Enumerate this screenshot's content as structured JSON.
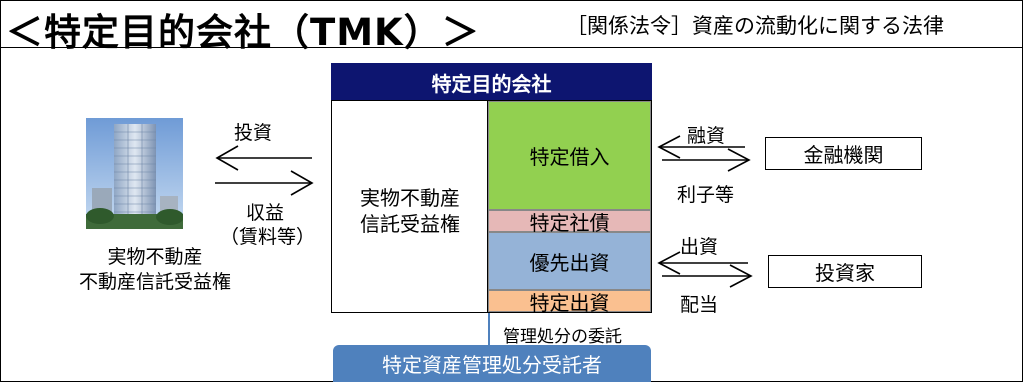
{
  "header": {
    "title": "＜特定目的会社（TMK）＞",
    "law": "［関係法令］資産の流動化に関する法律"
  },
  "left": {
    "invest_label": "投資",
    "income_label": "収益",
    "income_sub": "（賃料等）",
    "asset_line1": "実物不動産",
    "asset_line2": "不動産信託受益権"
  },
  "spv": {
    "header": "特定目的会社",
    "assets_line1": "実物不動産",
    "assets_line2": "信託受益権",
    "specified_borrowing": "特定借入",
    "specified_bonds": "特定社債",
    "preferred_investment": "優先出資",
    "specified_investment": "特定出資"
  },
  "right": {
    "loan_label": "融資",
    "interest_label": "利子等",
    "lender": "金融機関",
    "contribution_label": "出資",
    "dividend_label": "配当",
    "investor": "投資家"
  },
  "bottom": {
    "delegation_label": "管理処分の委託",
    "trustee": "特定資産管理処分受託者"
  },
  "colors": {
    "header_navy": "#0d1570",
    "borrowing_green": "#92d050",
    "bonds_pink": "#e6b8b7",
    "preferred_blue": "#95b3d7",
    "specified_orange": "#fac090",
    "trustee_blue": "#4f81bd"
  }
}
